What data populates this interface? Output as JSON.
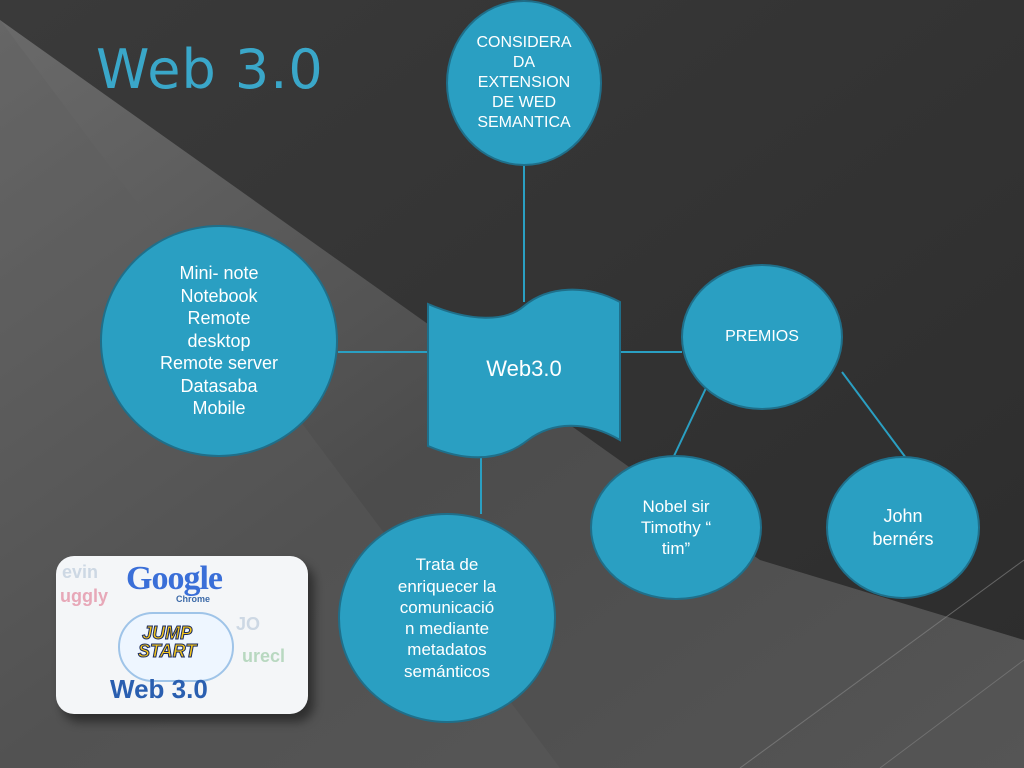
{
  "slide": {
    "title": "Web 3.0",
    "center": "Web3.0",
    "nodes": {
      "top": [
        "CONSIDERA",
        "DA",
        "EXTENSION",
        "DE WED",
        "SEMANTICA"
      ],
      "left": [
        "Mini- note",
        "Notebook",
        "Remote",
        "desktop",
        "Remote server",
        "Datasaba",
        "Mobile"
      ],
      "premios": "PREMIOS",
      "nobel": [
        "Nobel sir",
        "Timothy “",
        "tim”"
      ],
      "john": [
        "John",
        "bernérs"
      ],
      "trata": [
        "Trata de",
        "enriquecer la",
        "comunicació",
        "n mediante",
        "metadatos",
        "semánticos"
      ]
    }
  },
  "logo": {
    "brand": "Google",
    "sub": "Chrome",
    "jump_line1": "JUMP",
    "jump_line2": "START",
    "caption": "Web 3.0"
  },
  "colors": {
    "node_fill": "#2a9fc2",
    "node_border": "#1f6f8a",
    "title": "#3aa7c9",
    "line": "#2a9fc2"
  }
}
